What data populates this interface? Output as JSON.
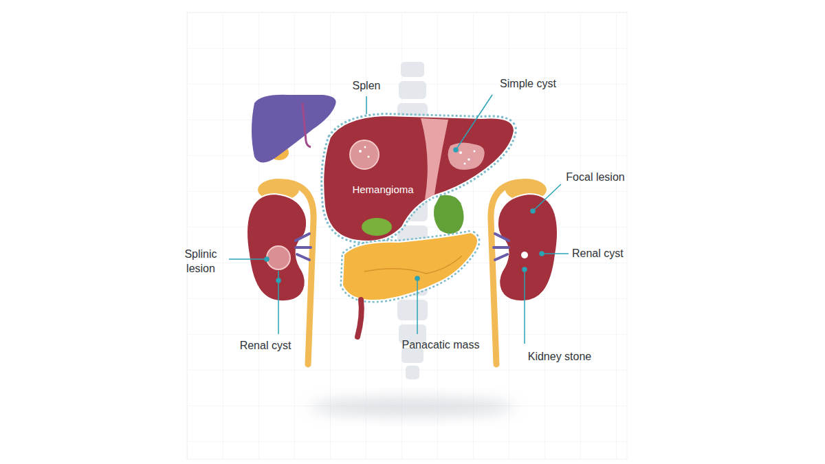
{
  "diagram": {
    "labels": [
      "Splen",
      "Simple cyst",
      "Hemangioma",
      "Focal lesion",
      "Splinic lesion",
      "Renal cyst",
      "Panacatic mass",
      "Renal cyst",
      "Kidney stone"
    ]
  }
}
